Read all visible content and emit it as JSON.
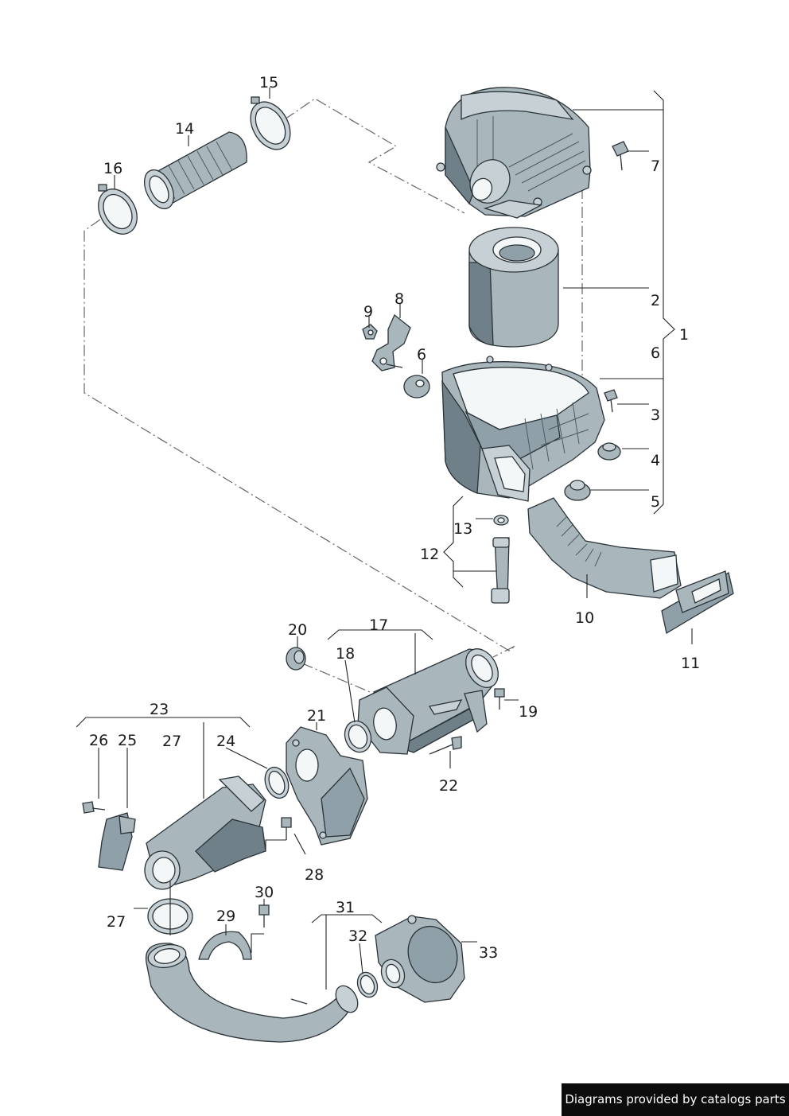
{
  "labels": {
    "l1": "1",
    "l2": "2",
    "l3": "3",
    "l4": "4",
    "l5": "5",
    "l6a": "6",
    "l6b": "6",
    "l7": "7",
    "l8": "8",
    "l9": "9",
    "l10": "10",
    "l11": "11",
    "l12": "12",
    "l13": "13",
    "l14": "14",
    "l15": "15",
    "l16": "16",
    "l17": "17",
    "l18": "18",
    "l19": "19",
    "l20": "20",
    "l21": "21",
    "l22": "22",
    "l23": "23",
    "l24": "24",
    "l25": "25",
    "l26": "26",
    "l27a": "27",
    "l27b": "27",
    "l28": "28",
    "l29": "29",
    "l30": "30",
    "l31": "31",
    "l32": "32",
    "l33": "33"
  },
  "banner": {
    "text": "Diagrams provided by catalogs parts"
  },
  "colors": {
    "part_fill": "#a9b7bd",
    "part_shadow": "#6f8088",
    "banner_bg": "#0c0c0c"
  }
}
